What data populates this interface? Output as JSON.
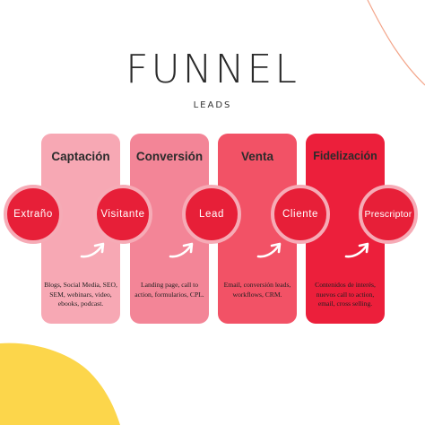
{
  "title": "FUNNEL",
  "subtitle": "LEADS",
  "colors": {
    "stage_1": "#f7a8b4",
    "stage_2": "#f38597",
    "stage_3": "#f25266",
    "stage_4": "#ec1f3b",
    "node_fill": "#e71f38",
    "node_ring": "#f6abb6",
    "accent_yellow": "#fcd64b"
  },
  "stages": [
    {
      "heading": "Captación",
      "description": "Blogs, Social Media, SEO, SEM, webinars, video, ebooks, podcast."
    },
    {
      "heading": "Conversión",
      "description": "Landing page, call to action, formularios, CPL."
    },
    {
      "heading": "Venta",
      "description": "Email, conversión leads, workflows, CRM."
    },
    {
      "heading": "Fidelización",
      "description": "Contenidos de interés, nuevos call to action, email, cross selling."
    }
  ],
  "nodes": [
    "Extraño",
    "Visitante",
    "Lead",
    "Cliente",
    "Prescriptor"
  ],
  "icons": {
    "transition": "curved-arrow-icon"
  }
}
